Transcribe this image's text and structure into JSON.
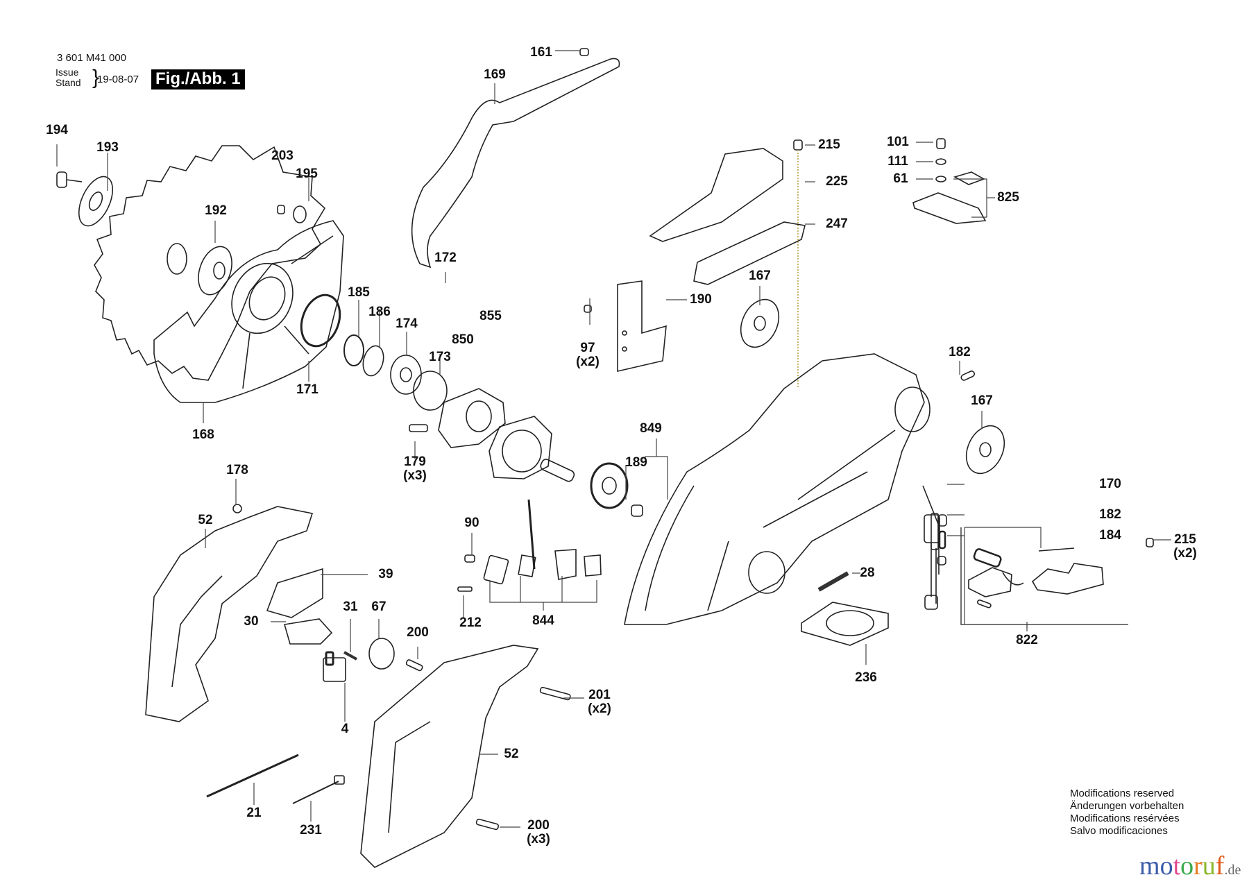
{
  "header": {
    "document_number": "3 601 M41 000",
    "issue_label_en": "Issue",
    "issue_label_de": "Stand",
    "issue_date": "19-08-07",
    "figure_badge": "Fig./Abb. 1"
  },
  "notice": {
    "lines": [
      "Modifications reserved",
      "Änderungen vorbehalten",
      "Modifications resérvées",
      "Salvo modificaciones"
    ]
  },
  "watermark": {
    "letters": [
      {
        "ch": "m",
        "color": "#3a5ba8"
      },
      {
        "ch": "o",
        "color": "#3a5ba8"
      },
      {
        "ch": "t",
        "color": "#e0468c"
      },
      {
        "ch": "o",
        "color": "#3aa84a"
      },
      {
        "ch": "r",
        "color": "#e87a1e"
      },
      {
        "ch": "u",
        "color": "#8cb82a"
      },
      {
        "ch": "f",
        "color": "#e05a1a"
      }
    ],
    "domain": ".de"
  },
  "parts": [
    {
      "id": "p194",
      "number": "194",
      "qty": ""
    },
    {
      "id": "p193",
      "number": "193",
      "qty": ""
    },
    {
      "id": "p203",
      "number": "203",
      "qty": ""
    },
    {
      "id": "p195",
      "number": "195",
      "qty": ""
    },
    {
      "id": "p192",
      "number": "192",
      "qty": ""
    },
    {
      "id": "p168",
      "number": "168",
      "qty": ""
    },
    {
      "id": "p171",
      "number": "171",
      "qty": ""
    },
    {
      "id": "p161",
      "number": "161",
      "qty": ""
    },
    {
      "id": "p169",
      "number": "169",
      "qty": ""
    },
    {
      "id": "p172",
      "number": "172",
      "qty": ""
    },
    {
      "id": "p185",
      "number": "185",
      "qty": ""
    },
    {
      "id": "p186",
      "number": "186",
      "qty": ""
    },
    {
      "id": "p174",
      "number": "174",
      "qty": ""
    },
    {
      "id": "p855",
      "number": "855",
      "qty": ""
    },
    {
      "id": "p850",
      "number": "850",
      "qty": ""
    },
    {
      "id": "p173",
      "number": "173",
      "qty": ""
    },
    {
      "id": "p179",
      "number": "179",
      "qty": "(x3)"
    },
    {
      "id": "p97",
      "number": "97",
      "qty": "(x2)"
    },
    {
      "id": "p190",
      "number": "190",
      "qty": ""
    },
    {
      "id": "p215a",
      "number": "215",
      "qty": ""
    },
    {
      "id": "p225",
      "number": "225",
      "qty": ""
    },
    {
      "id": "p247",
      "number": "247",
      "qty": ""
    },
    {
      "id": "p167a",
      "number": "167",
      "qty": ""
    },
    {
      "id": "p101",
      "number": "101",
      "qty": ""
    },
    {
      "id": "p111",
      "number": "111",
      "qty": ""
    },
    {
      "id": "p61",
      "number": "61",
      "qty": ""
    },
    {
      "id": "p825",
      "number": "825",
      "qty": ""
    },
    {
      "id": "p182a",
      "number": "182",
      "qty": ""
    },
    {
      "id": "p167b",
      "number": "167",
      "qty": ""
    },
    {
      "id": "p849",
      "number": "849",
      "qty": ""
    },
    {
      "id": "p189",
      "number": "189",
      "qty": ""
    },
    {
      "id": "p170",
      "number": "170",
      "qty": ""
    },
    {
      "id": "p182b",
      "number": "182",
      "qty": ""
    },
    {
      "id": "p184",
      "number": "184",
      "qty": ""
    },
    {
      "id": "p215b",
      "number": "215",
      "qty": "(x2)"
    },
    {
      "id": "p822",
      "number": "822",
      "qty": ""
    },
    {
      "id": "p28",
      "number": "28",
      "qty": ""
    },
    {
      "id": "p236",
      "number": "236",
      "qty": ""
    },
    {
      "id": "p90",
      "number": "90",
      "qty": ""
    },
    {
      "id": "p212",
      "number": "212",
      "qty": ""
    },
    {
      "id": "p844",
      "number": "844",
      "qty": ""
    },
    {
      "id": "p178",
      "number": "178",
      "qty": ""
    },
    {
      "id": "p52a",
      "number": "52",
      "qty": ""
    },
    {
      "id": "p39",
      "number": "39",
      "qty": ""
    },
    {
      "id": "p30",
      "number": "30",
      "qty": ""
    },
    {
      "id": "p31",
      "number": "31",
      "qty": ""
    },
    {
      "id": "p67",
      "number": "67",
      "qty": ""
    },
    {
      "id": "p200a",
      "number": "200",
      "qty": ""
    },
    {
      "id": "p4",
      "number": "4",
      "qty": ""
    },
    {
      "id": "p201",
      "number": "201",
      "qty": "(x2)"
    },
    {
      "id": "p52b",
      "number": "52",
      "qty": ""
    },
    {
      "id": "p21",
      "number": "21",
      "qty": ""
    },
    {
      "id": "p231",
      "number": "231",
      "qty": ""
    },
    {
      "id": "p200b",
      "number": "200",
      "qty": "(x3)"
    }
  ]
}
